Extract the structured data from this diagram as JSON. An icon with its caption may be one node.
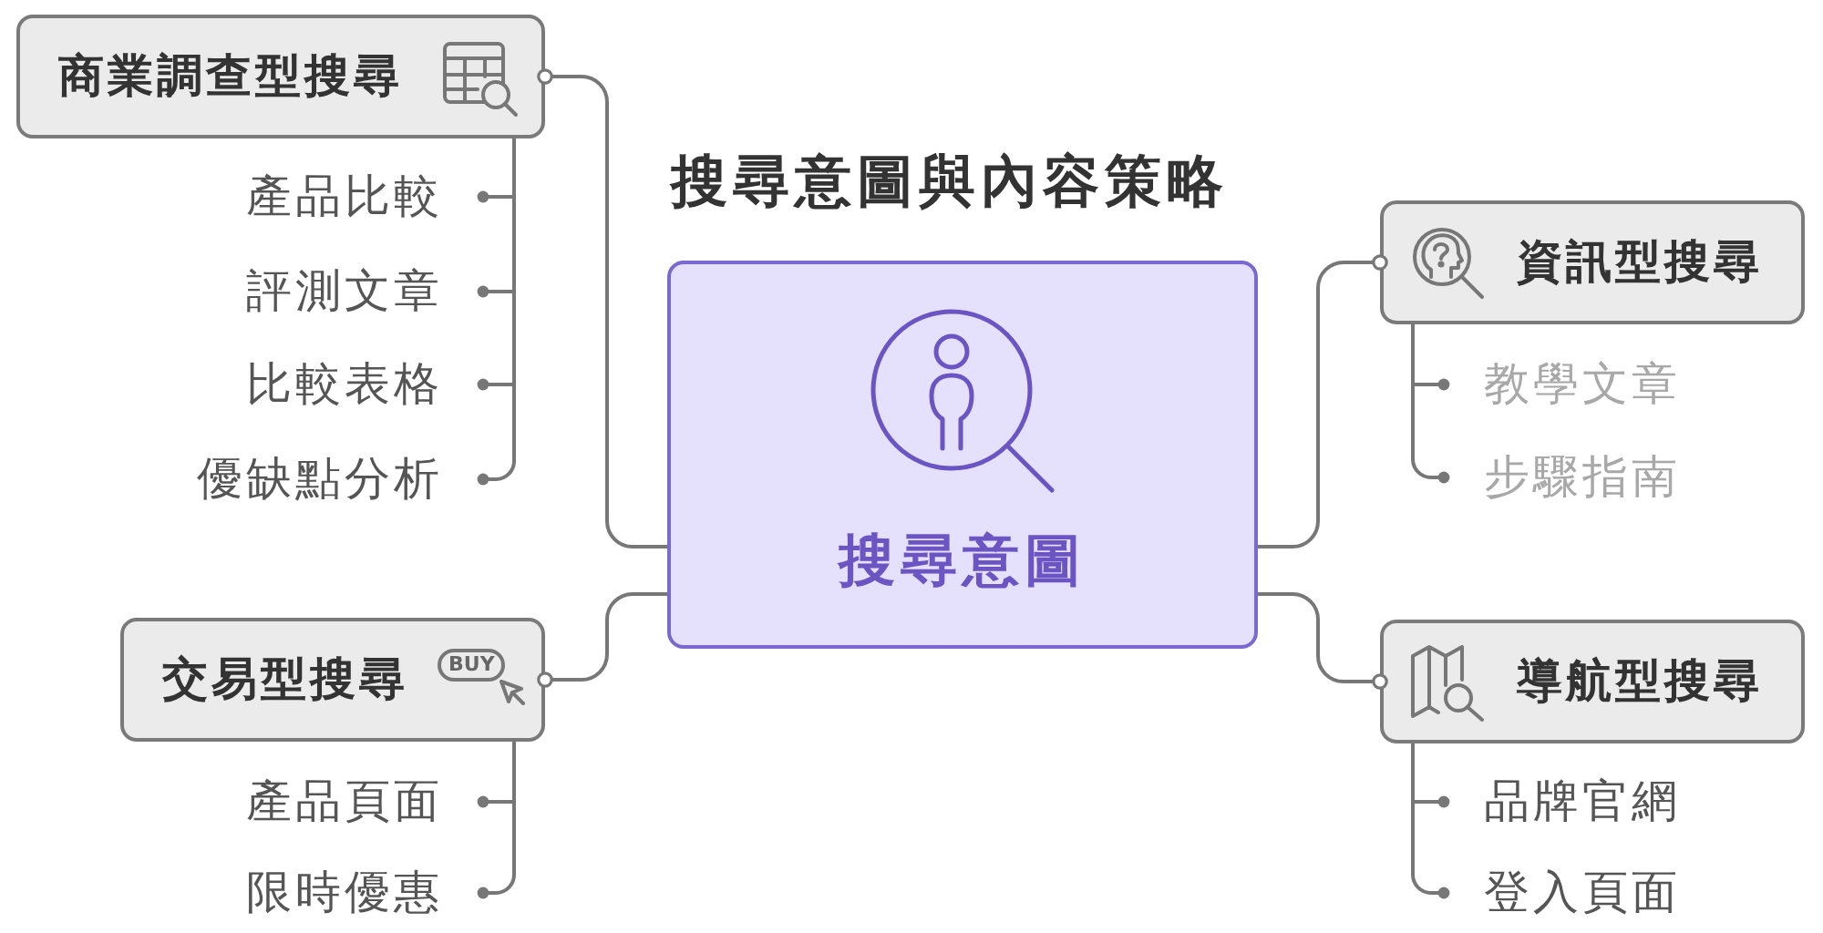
{
  "diagram": {
    "title": "搜尋意圖與內容策略",
    "nodes": [
      {
        "text": [
          "搜尋意圖"
        ]
      },
      {
        "text": [
          "商業調查型搜尋"
        ]
      },
      {
        "text": [
          "產品比較"
        ]
      },
      {
        "text": [
          "評測文章"
        ]
      },
      {
        "text": [
          "比較表格"
        ]
      },
      {
        "text": [
          "優缺點分析"
        ]
      },
      {
        "text": [
          "交易型搜尋",
          "BUY"
        ]
      },
      {
        "text": [
          "產品頁面"
        ]
      },
      {
        "text": [
          "限時優惠"
        ]
      },
      {
        "text": [
          "資訊型搜尋"
        ]
      },
      {
        "text": [
          "教學文章"
        ]
      },
      {
        "text": [
          "步驟指南"
        ]
      },
      {
        "text": [
          "導航型搜尋"
        ]
      },
      {
        "text": [
          "品牌官網"
        ]
      },
      {
        "text": [
          "登入頁面"
        ]
      }
    ],
    "edges": [
      {
        "from": 0,
        "to": 1,
        "arrow": "other"
      },
      {
        "from": 1,
        "to": 2,
        "arrow": "other"
      },
      {
        "from": 1,
        "to": 3,
        "arrow": "other"
      },
      {
        "from": 1,
        "to": 4,
        "arrow": "other"
      },
      {
        "from": 1,
        "to": 5,
        "arrow": "other"
      },
      {
        "from": 0,
        "to": 6,
        "arrow": "other"
      },
      {
        "from": 6,
        "to": 7,
        "arrow": "other"
      },
      {
        "from": 6,
        "to": 8,
        "arrow": "other"
      },
      {
        "from": 0,
        "to": 9,
        "arrow": "other"
      },
      {
        "from": 9,
        "to": 10,
        "arrow": "other"
      },
      {
        "from": 9,
        "to": 11,
        "arrow": "other"
      },
      {
        "from": 0,
        "to": 12,
        "arrow": "other"
      },
      {
        "from": 12,
        "to": 13,
        "arrow": "other"
      },
      {
        "from": 12,
        "to": 14,
        "arrow": "other"
      }
    ]
  }
}
